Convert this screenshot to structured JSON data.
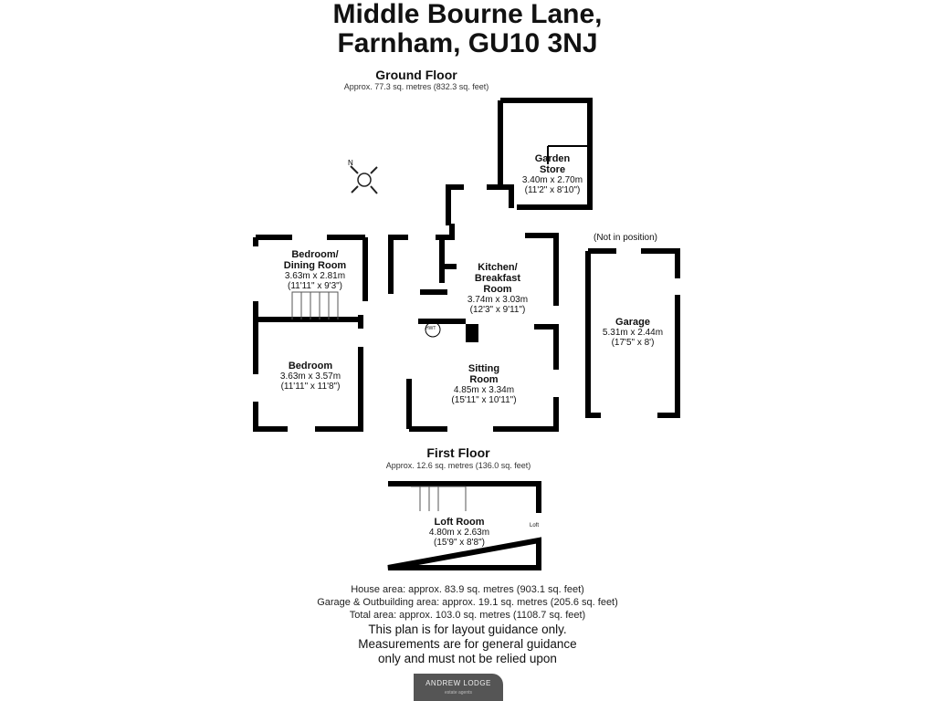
{
  "title_line1": "Middle Bourne Lane,",
  "title_line2": "Farnham, GU10 3NJ",
  "ground_floor": {
    "label": "Ground Floor",
    "area": "Approx. 77.3 sq. metres (832.3 sq. feet)"
  },
  "first_floor": {
    "label": "First Floor",
    "area": "Approx. 12.6 sq. metres (136.0 sq. feet)"
  },
  "compass_label": "N",
  "rooms": [
    {
      "name1": "Garden",
      "name2": "Store",
      "metric": "3.40m x 2.70m",
      "imperial": "(11'2\" x 8'10\")"
    },
    {
      "name1": "Bedroom/",
      "name2": "Dining Room",
      "metric": "3.63m x 2.81m",
      "imperial": "(11'11\" x 9'3\")"
    },
    {
      "name1": "Kitchen/",
      "name2": "Breakfast",
      "name3": "Room",
      "metric": "3.74m x 3.03m",
      "imperial": "(12'3\" x 9'11\")"
    },
    {
      "name1": "Bedroom",
      "metric": "3.63m x 3.57m",
      "imperial": "(11'11\" x 11'8\")"
    },
    {
      "name1": "Sitting",
      "name2": "Room",
      "metric": "4.85m x 3.34m",
      "imperial": "(15'11\" x 10'11\")"
    },
    {
      "name1": "Garage",
      "metric": "5.31m x 2.44m",
      "imperial": "(17'5\" x 8')"
    },
    {
      "name1": "Loft Room",
      "metric": "4.80m x 2.63m",
      "imperial": "(15'9\" x 8'8\")"
    }
  ],
  "hwt_label": "HWT",
  "loft_label": "Loft",
  "garage_note": "(Not in position)",
  "totals": [
    "House area: approx. 83.9 sq. metres (903.1 sq. feet)",
    "Garage & Outbuilding area: approx. 19.1 sq. metres (205.6 sq. feet)",
    "Total area: approx. 103.0 sq. metres (1108.7 sq. feet)"
  ],
  "disclaimer": [
    "This plan is for layout guidance only.",
    "Measurements are for general guidance",
    "only and must not be relied upon"
  ],
  "logo": {
    "name": "ANDREW LODGE",
    "sub": "estate agents"
  }
}
